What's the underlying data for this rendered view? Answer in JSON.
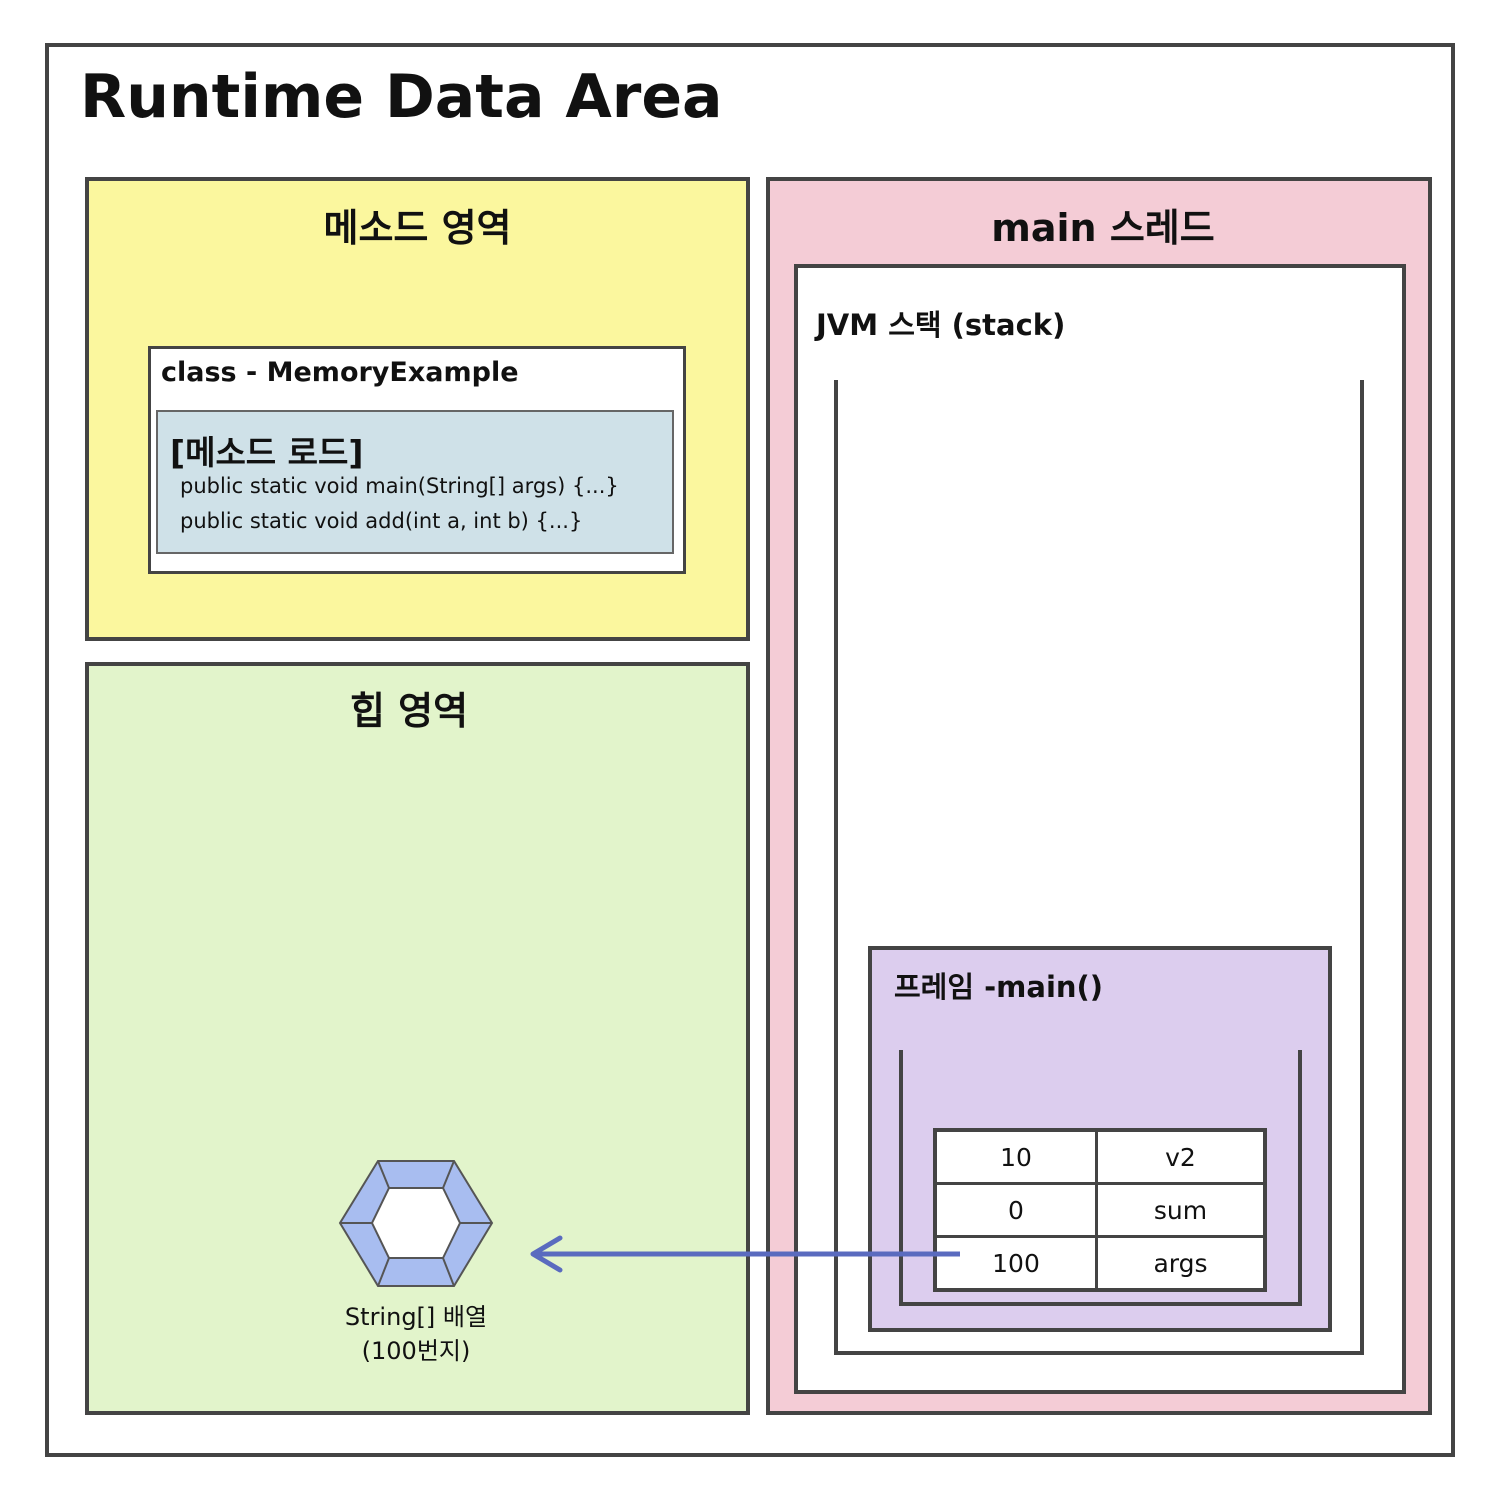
{
  "title": "Runtime Data Area",
  "method_area": {
    "heading": "메소드 영역",
    "class_label": "class - MemoryExample",
    "method_load": {
      "heading": "[메소드 로드]",
      "methods": [
        "public static void main(String[] args) {...}",
        "public static void add(int a, int b) {...}"
      ]
    }
  },
  "heap_area": {
    "heading": "힙 영역",
    "object_label": "String[] 배열",
    "object_address": "(100번지)"
  },
  "thread": {
    "heading": "main 스레드",
    "stack_label": "JVM 스택 (stack)",
    "frame_label": "프레임 -main()",
    "locals": [
      {
        "value": "10",
        "name": "v2"
      },
      {
        "value": "0",
        "name": "sum"
      },
      {
        "value": "100",
        "name": "args"
      }
    ]
  },
  "colors": {
    "method_area": "#fbf79e",
    "heap_area": "#e2f4cb",
    "thread": "#f4ccd6",
    "frame": "#dccdee",
    "method_load": "#cfe1e8",
    "arrow": "#5a6bbf",
    "object": "#a8bdf0"
  },
  "icons": {
    "object": "hexagon-icon",
    "reference": "arrow-left-icon"
  }
}
